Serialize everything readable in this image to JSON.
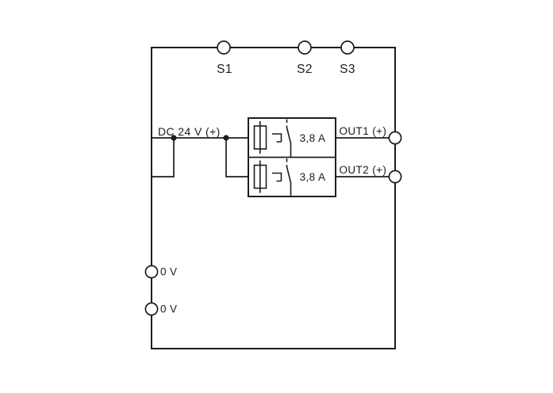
{
  "diagram": {
    "signal_terminals": [
      {
        "label": "S1"
      },
      {
        "label": "S2"
      },
      {
        "label": "S3"
      }
    ],
    "input": {
      "label": "DC 24 V (+)"
    },
    "channels": [
      {
        "rating": "3,8 A",
        "output_label": "OUT1 (+)"
      },
      {
        "rating": "3,8 A",
        "output_label": "OUT2 (+)"
      }
    ],
    "ground_terminals": [
      {
        "label": "0 V"
      },
      {
        "label": "0 V"
      }
    ],
    "colors": {
      "line": "#1d1d1b",
      "background": "#ffffff"
    }
  }
}
